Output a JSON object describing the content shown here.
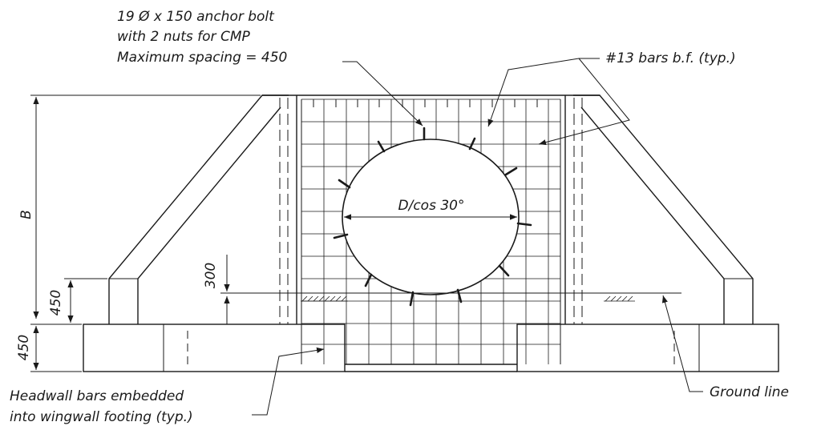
{
  "labels": {
    "anchor_bolt_line1": "19 Ø x 150 anchor bolt",
    "anchor_bolt_line2": "with 2 nuts for CMP",
    "anchor_bolt_line3": "Maximum spacing = 450",
    "bars_note": "#13 bars b.f. (typ.)",
    "pipe_width": "D/cos 30°",
    "dim_b": "B",
    "dim_300": "300",
    "dim_450_upper": "450",
    "dim_450_lower": "450",
    "headwall_line1": "Headwall bars embedded",
    "headwall_line2": "into wingwall footing (typ.)",
    "ground_line": "Ground line"
  },
  "colors": {
    "ink": "#1a1a1a",
    "background": "#ffffff"
  }
}
